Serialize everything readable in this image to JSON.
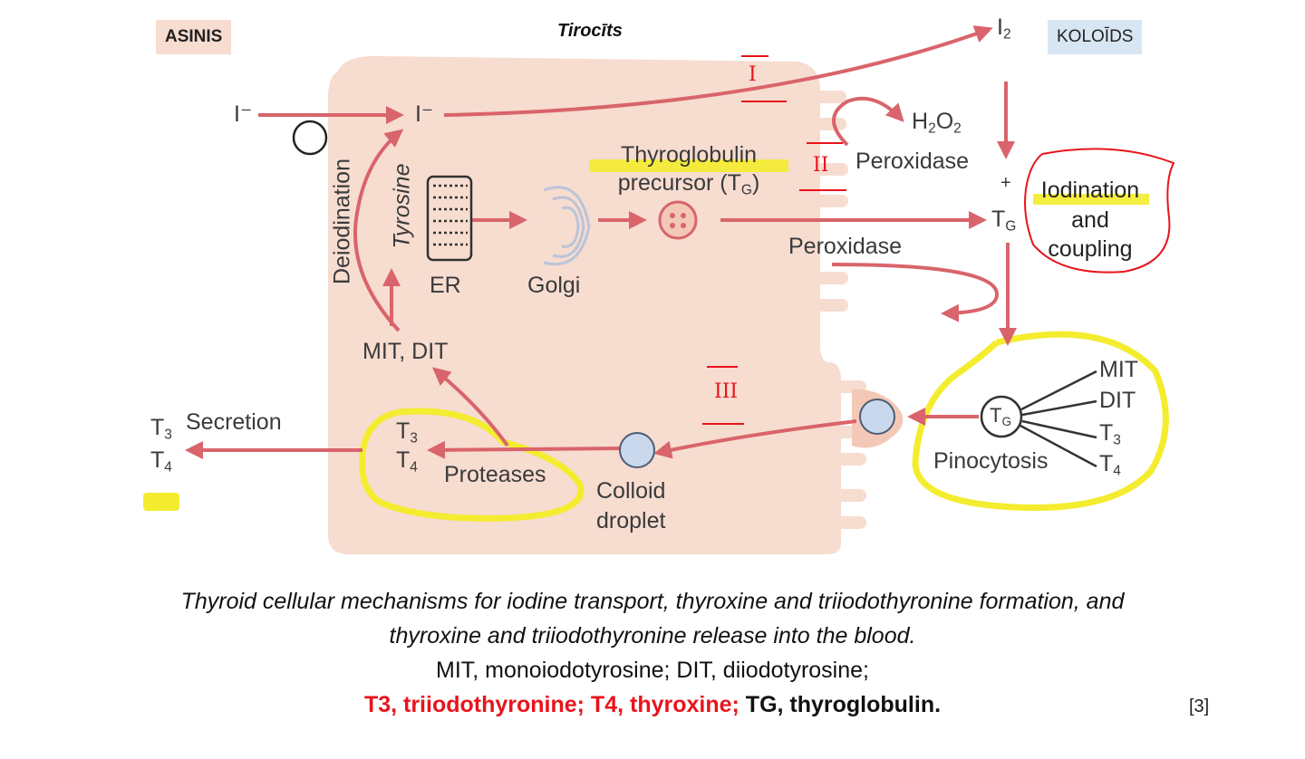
{
  "region_labels": {
    "left": "ASINIS",
    "center": "Tirocīts",
    "right": "KOLOĪDS"
  },
  "labels": {
    "iodide_left": "I⁻",
    "iodide_inner": "I⁻",
    "i2_base": "I",
    "i2_sub": "2",
    "h2o2_h": "H",
    "h2o2_sub": "2",
    "h2o2_o": "O",
    "h2o2_sub2": "2",
    "peroxidase_top": "Peroxidase",
    "tg_precursor_line1": "Thyroglobulin",
    "tg_precursor_line2": "precursor (T",
    "tg_precursor_sub": "G",
    "tg_precursor_close": ")",
    "plus": "+",
    "tg_colloid": "T",
    "tg_colloid_sub": "G",
    "iodination_line1": "Iodination",
    "iodination_line2": "and",
    "iodination_line3": "coupling",
    "peroxidase_mid": "Peroxidase",
    "deiodination": "Deiodination",
    "tyrosine": "Tyrosine",
    "er": "ER",
    "golgi": "Golgi",
    "mit_dit": "MIT, DIT",
    "secretion": "Secretion",
    "t3_out": "T",
    "t3_out_sub": "3",
    "t4_out": "T",
    "t4_out_sub": "4",
    "t3_in": "T",
    "t3_in_sub": "3",
    "t4_in": "T",
    "t4_in_sub": "4",
    "proteases": "Proteases",
    "colloid_droplet_line1": "Colloid",
    "colloid_droplet_line2": "droplet",
    "tg_circle": "T",
    "tg_circle_sub": "G",
    "pinocytosis": "Pinocytosis",
    "mit": "MIT",
    "dit": "DIT",
    "t3_branch": "T",
    "t3_branch_sub": "3",
    "t4_branch": "T",
    "t4_branch_sub": "4"
  },
  "handwritten_notes": [
    "I",
    "II",
    "III"
  ],
  "caption": {
    "line1": "Thyroid cellular mechanisms for iodine transport, thyroxine and triiodothyronine formation, and",
    "line2": "thyroxine and triiodothyronine release into the blood.",
    "line3": "MIT, monoiodotyrosine; DIT, diiodotyrosine;",
    "line4_red": "T3, triiodothyronine; T4, thyroxine;",
    "line4_black": "TG, thyroglobulin.",
    "reference": "[3]"
  },
  "colors": {
    "cell_fill": "#f7dcd0",
    "arrow": "#d9646b",
    "highlight": "#f4ec2e",
    "pen_red": "#e8141b",
    "asinis_bg": "#f7dcd0",
    "koloids_bg": "#d8e6f3",
    "droplet": "#c9d8ec"
  }
}
